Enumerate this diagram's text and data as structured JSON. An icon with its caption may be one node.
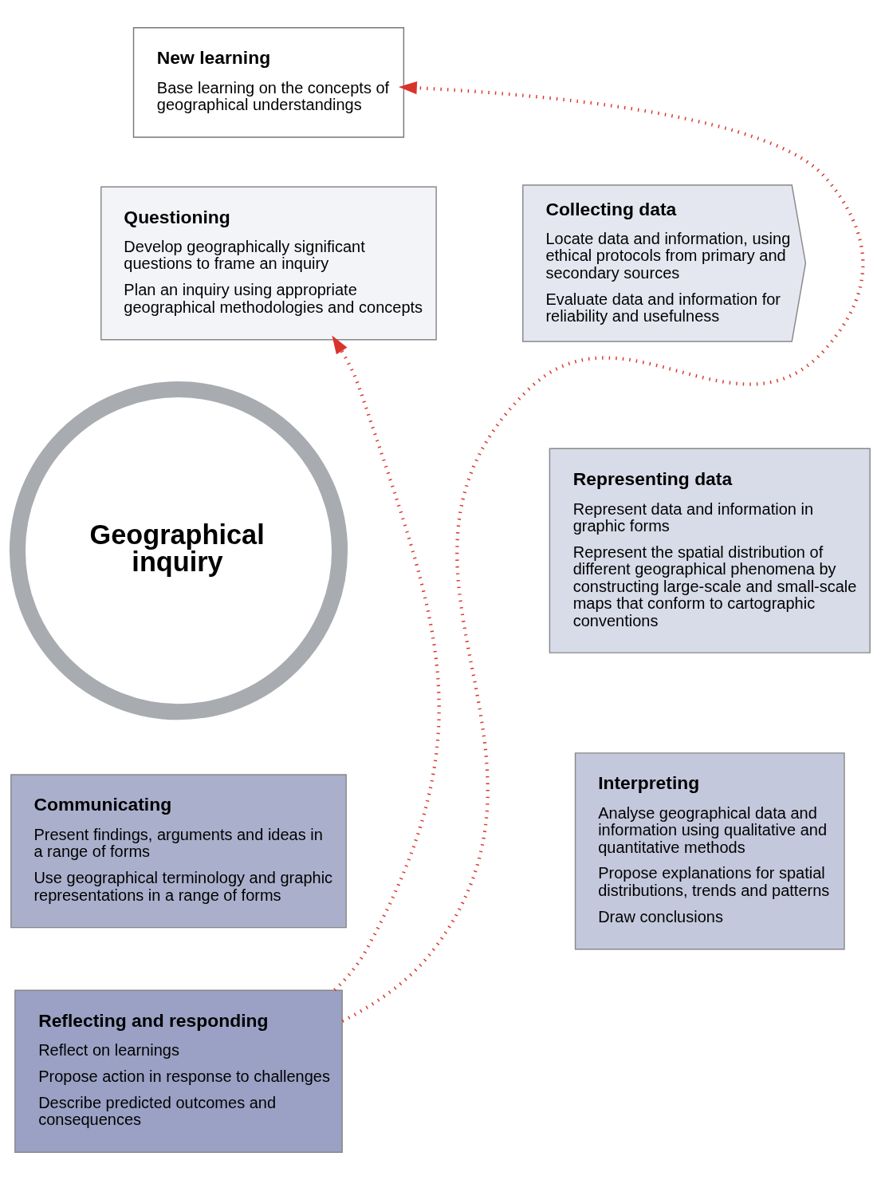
{
  "diagram": {
    "nodes": [
      {
        "text": [
          "New learning",
          "Base learning on the concepts of geographical understandings"
        ]
      },
      {
        "text": [
          "Questioning",
          "Develop geographically significant questions to frame an inquiry",
          "Plan an inquiry using appropriate geographical methodologies and concepts"
        ]
      },
      {
        "text": [
          "Collecting data",
          "Locate data and information, using ethical protocols from primary and secondary sources",
          "Evaluate data and information for reliability and usefulness"
        ]
      },
      {
        "text": [
          "Representing data",
          "Represent data and information in graphic forms",
          "Represent the spatial distribution of different geographical phenomena by constructing large-scale and small-scale maps that conform to cartographic conventions"
        ]
      },
      {
        "text": [
          "Interpreting",
          "Analyse geographical data and information using qualitative and quantitative methods",
          "Propose explanations for spatial distributions, trends and patterns",
          "Draw conclusions"
        ]
      },
      {
        "text": [
          "Communicating",
          "Present findings, arguments and ideas in a range of forms",
          "Use geographical terminology and graphic representations in a range of forms"
        ]
      },
      {
        "text": [
          "Reflecting and responding",
          "Reflect on learnings",
          "Propose action in response to challenges",
          "Describe predicted outcomes and consequences"
        ]
      },
      {
        "text": [
          "Geographical inquiry"
        ]
      }
    ],
    "edges": [
      {
        "from": 6,
        "to": 0,
        "arrow": "to",
        "style": "dashed",
        "color": "#d9342b"
      },
      {
        "from": 6,
        "to": 1,
        "arrow": "to",
        "style": "dashed",
        "color": "#d9342b"
      }
    ]
  }
}
